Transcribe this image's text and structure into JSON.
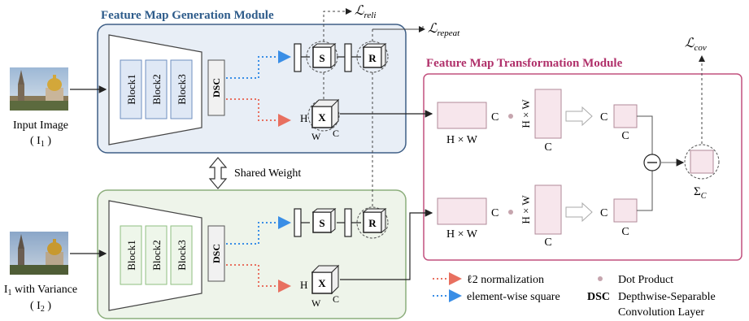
{
  "modules": {
    "generation_title": "Feature Map Generation Module",
    "transformation_title": "Feature Map Transformation Module"
  },
  "losses": {
    "reli": "ℒ",
    "reli_sub": "reli",
    "repeat": "ℒ",
    "repeat_sub": "repeat",
    "cov": "ℒ",
    "cov_sub": "cov"
  },
  "blocks": [
    "Block1",
    "Block2",
    "Block3"
  ],
  "dsc": "DSC",
  "nodes": {
    "s": "S",
    "r": "R",
    "x": "X",
    "h": "H",
    "w": "W",
    "c": "C"
  },
  "inputs": {
    "input1_label": "Input Image",
    "input1_sub": "( I",
    "input1_subidx": "1",
    "input1_close": " )",
    "input2_label_pre": "I",
    "input2_label_idx": "1",
    "input2_label_post": " with Variance",
    "input2_sub": "( I",
    "input2_subidx": "2",
    "input2_close": " )"
  },
  "shared_weight": "Shared Weight",
  "transform": {
    "hxw": "H × W",
    "c": "C",
    "sigma": "Σ",
    "sigma_sub": "C"
  },
  "legend": {
    "l2": "ℓ2 normalization",
    "square": "element-wise square",
    "dot": "Dot Product",
    "dsc": "DSC",
    "dsc_desc_1": "Depthwise-Separable",
    "dsc_desc_2": "Convolution Layer"
  },
  "colors": {
    "blue_module_fill": "#e8eef6",
    "blue_module_stroke": "#3f5f86",
    "green_module_fill": "#eef4ea",
    "green_module_stroke": "#8cae7c",
    "pink_module_stroke": "#c2507e",
    "pink_box_fill": "#f7e6ec",
    "red_arrow": "#e87060",
    "blue_arrow": "#3a8ee6"
  }
}
